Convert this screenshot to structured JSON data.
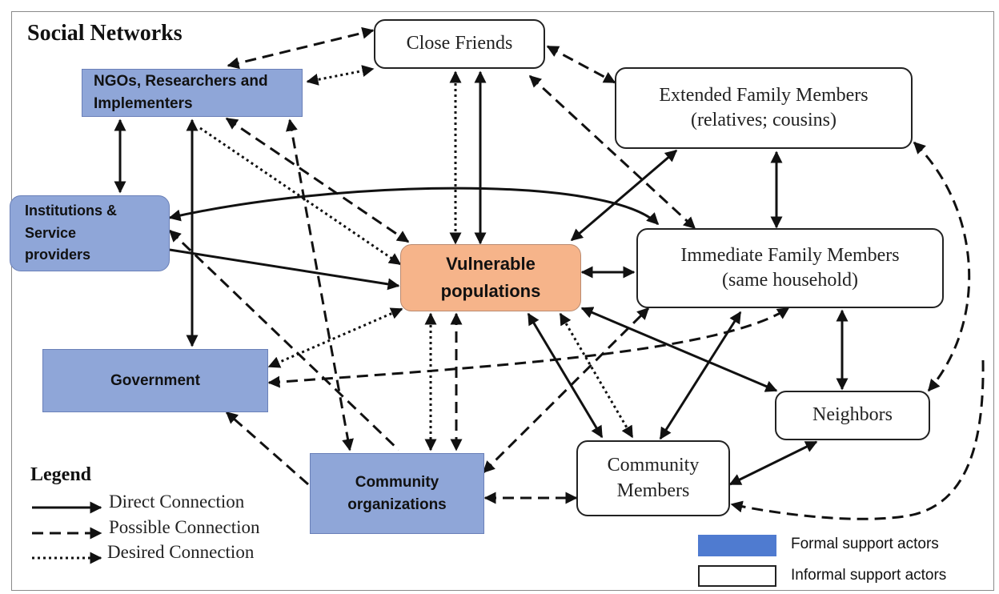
{
  "title": "Social Networks",
  "nodes": {
    "close_friends": "Close Friends",
    "ngos": "NGOs, Researchers and\nImplementers",
    "extended_family": "Extended Family Members\n(relatives; cousins)",
    "institutions": "Institutions &\nService\nproviders",
    "vulnerable": "Vulnerable\npopulations",
    "immediate_family": "Immediate Family Members\n(same household)",
    "government": "Government",
    "neighbors": "Neighbors",
    "community_members": "Community\nMembers",
    "community_orgs": "Community\norganizations"
  },
  "legend": {
    "title": "Legend",
    "direct": "Direct Connection",
    "possible": "Possible Connection",
    "desired": "Desired Connection",
    "formal": "Formal support actors",
    "informal": "Informal support actors"
  },
  "colors": {
    "formal": "#8fa6d8",
    "formal_swatch": "#4f7bd0",
    "informal": "#ffffff",
    "vulnerable": "#f6b48a",
    "edge": "#111111"
  }
}
